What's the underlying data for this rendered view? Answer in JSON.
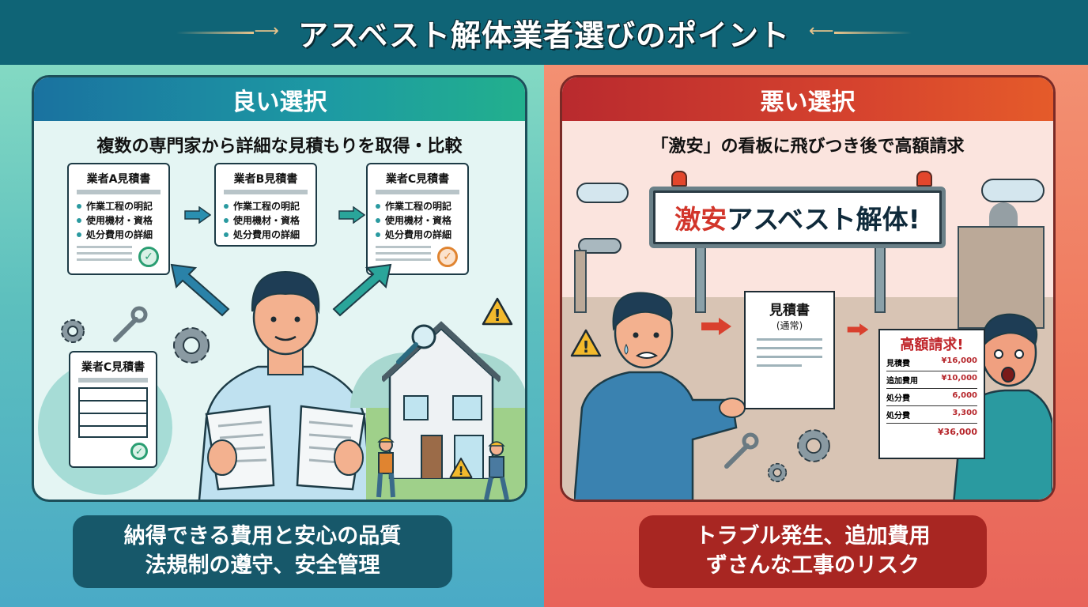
{
  "header": {
    "title": "アスベスト解体業者選びのポイント",
    "arrow_left_icon": "arrow-right-icon",
    "arrow_right_icon": "arrow-left-icon"
  },
  "colors": {
    "header_bg": "#0f6476",
    "good_accent": "#1a72a0",
    "good_footer": "#17586a",
    "bad_accent": "#b92a2e",
    "bad_footer": "#a82622",
    "gold_arrow": "#e9c48c"
  },
  "good": {
    "heading": "良い選択",
    "subheading": "複数の専門家から詳細な見積もりを取得・比較",
    "quotes": [
      {
        "title": "業者A見積書",
        "items": [
          "作業工程の明記",
          "使用機材・資格",
          "処分費用の詳細"
        ],
        "badge": "check-icon"
      },
      {
        "title": "業者B見積書",
        "items": [
          "作業工程の明記",
          "使用機材・資格",
          "処分費用の詳細"
        ]
      },
      {
        "title": "業者C見積書",
        "items": [
          "作業工程の明記",
          "使用機材・資格",
          "処分費用の詳細"
        ],
        "badge": "check-icon"
      }
    ],
    "clipboard_title": "業者C見積書",
    "footer": [
      "納得できる費用と安心の品質",
      "法規制の遵守、安全管理"
    ]
  },
  "bad": {
    "heading": "悪い選択",
    "subheading": "「激安」の看板に飛びつき後で高額請求",
    "sign": {
      "highlight": "激安",
      "rest": "アスベスト解体!"
    },
    "estimate": {
      "title": "見積書",
      "subtitle": "(通常)"
    },
    "bill": {
      "title": "高額請求!",
      "rows": [
        {
          "label": "見積費",
          "amount": "¥16,000"
        },
        {
          "label": "追加費用",
          "amount": "¥10,000"
        },
        {
          "label": "処分費",
          "amount": "6,000"
        },
        {
          "label": "処分費",
          "amount": "3,300"
        }
      ],
      "total": "¥36,000"
    },
    "footer": [
      "トラブル発生、追加費用",
      "ずさんな工事のリスク"
    ]
  }
}
